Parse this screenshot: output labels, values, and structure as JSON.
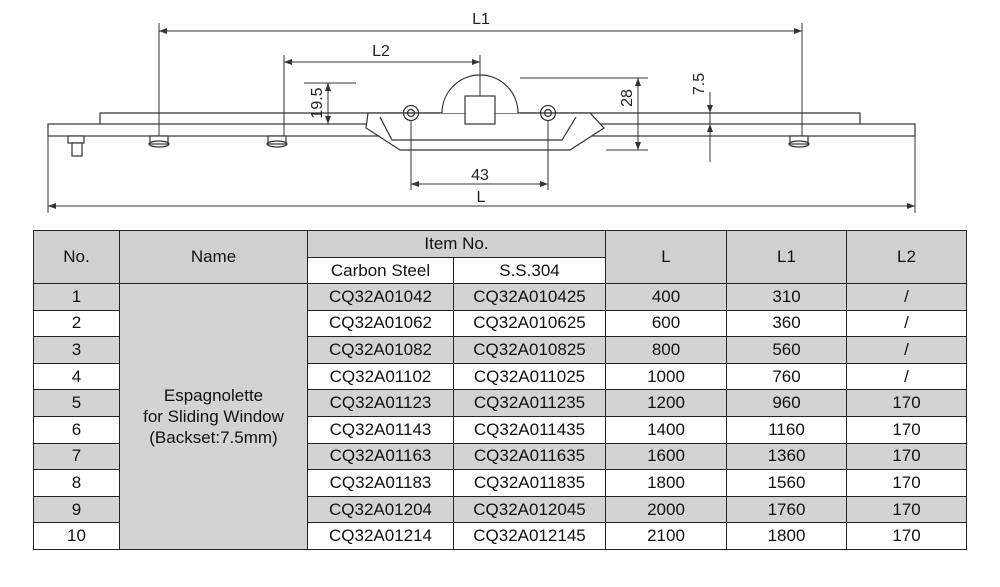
{
  "drawing": {
    "dimensions": {
      "L": "L",
      "L1": "L1",
      "L2": "L2",
      "d19_5": "19.5",
      "d28": "28",
      "d7_5": "7.5",
      "d43": "43"
    }
  },
  "table": {
    "headers": {
      "no": "No.",
      "name": "Name",
      "item_no": "Item No.",
      "carbon_steel": "Carbon Steel",
      "ss304": "S.S.304",
      "L": "L",
      "L1": "L1",
      "L2": "L2"
    },
    "name_lines": [
      "Espagnolette",
      "for Sliding Window",
      "(Backset:7.5mm)"
    ],
    "rows": [
      {
        "no": "1",
        "carbon": "CQ32A01042",
        "ss": "CQ32A010425",
        "L": "400",
        "L1": "310",
        "L2": "/"
      },
      {
        "no": "2",
        "carbon": "CQ32A01062",
        "ss": "CQ32A010625",
        "L": "600",
        "L1": "360",
        "L2": "/"
      },
      {
        "no": "3",
        "carbon": "CQ32A01082",
        "ss": "CQ32A010825",
        "L": "800",
        "L1": "560",
        "L2": "/"
      },
      {
        "no": "4",
        "carbon": "CQ32A01102",
        "ss": "CQ32A011025",
        "L": "1000",
        "L1": "760",
        "L2": "/"
      },
      {
        "no": "5",
        "carbon": "CQ32A01123",
        "ss": "CQ32A011235",
        "L": "1200",
        "L1": "960",
        "L2": "170"
      },
      {
        "no": "6",
        "carbon": "CQ32A01143",
        "ss": "CQ32A011435",
        "L": "1400",
        "L1": "1160",
        "L2": "170"
      },
      {
        "no": "7",
        "carbon": "CQ32A01163",
        "ss": "CQ32A011635",
        "L": "1600",
        "L1": "1360",
        "L2": "170"
      },
      {
        "no": "8",
        "carbon": "CQ32A01183",
        "ss": "CQ32A011835",
        "L": "1800",
        "L1": "1560",
        "L2": "170"
      },
      {
        "no": "9",
        "carbon": "CQ32A01204",
        "ss": "CQ32A012045",
        "L": "2000",
        "L1": "1760",
        "L2": "170"
      },
      {
        "no": "10",
        "carbon": "CQ32A01214",
        "ss": "CQ32A012145",
        "L": "2100",
        "L1": "1800",
        "L2": "170"
      }
    ]
  }
}
